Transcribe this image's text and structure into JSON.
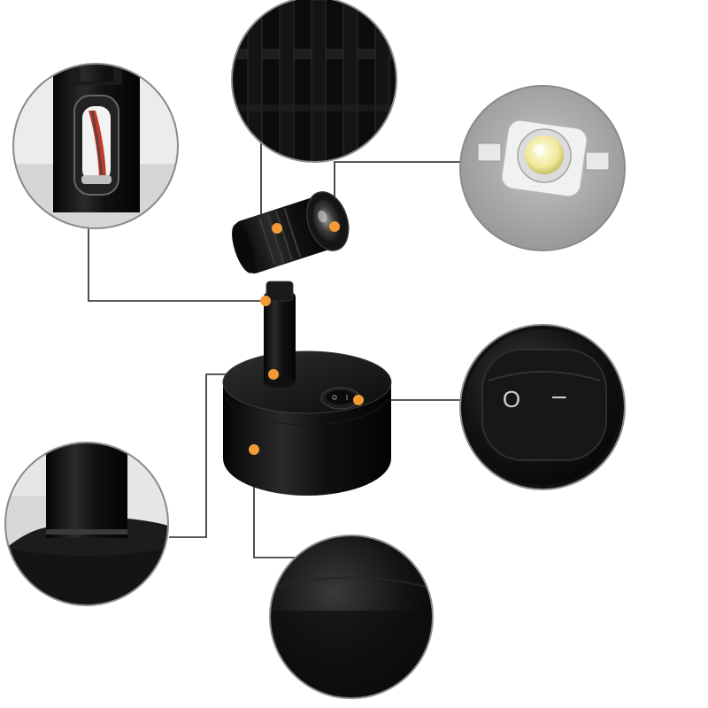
{
  "switch_marks": {
    "off": "O",
    "on": "I"
  },
  "colors": {
    "background": "#ffffff",
    "product_black": "#0b0b0b",
    "callout_dot": "#f29a36",
    "leader_line": "#222222",
    "circle_border": "#8a8a8a",
    "led_chip_bg": "#a9a9a9",
    "led_emitter": "#f4f0b6",
    "switch_mark": "#cfcfcf"
  },
  "callouts": [
    {
      "id": "swivel-joint",
      "detail": "lamp-neck-closeup"
    },
    {
      "id": "heat-sink-fins",
      "detail": "heat-sink-closeup"
    },
    {
      "id": "led-lens",
      "detail": "led-chip-closeup"
    },
    {
      "id": "stem-base-joint",
      "detail": "stem-base-closeup"
    },
    {
      "id": "rocker-switch",
      "detail": "switch-closeup"
    },
    {
      "id": "round-base",
      "detail": "base-surface-closeup"
    }
  ]
}
